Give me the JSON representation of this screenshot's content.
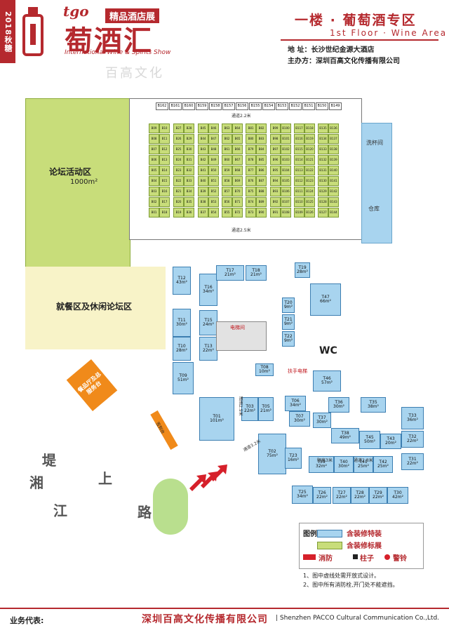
{
  "header": {
    "year": "2018秋糖",
    "logo_tgo": "tgo",
    "logo_sub": "精品酒店展",
    "logo_main": "萄酒汇",
    "logo_en": "International Wine & Spirits Show",
    "title": "一楼 · 葡萄酒专区",
    "title_en": "1st Floor · Wine Area",
    "address": "地  址：长沙世纪金源大酒店",
    "organizer": "主办方：深圳百高文化传播有限公司",
    "watermark": "百高文化"
  },
  "zones": {
    "forum": "论坛活动区",
    "forum_area": "1000m²",
    "dining": "就餐区及休闲论坛区",
    "wash": "洗杯间",
    "storage": "仓库",
    "wc": "WC",
    "elevator": "电梯间",
    "escalator": "扶手电梯",
    "reception": "签到台",
    "orange_note": "餐品厅及总服务台"
  },
  "corridors": {
    "top": "通道2.2米",
    "mid": "通道2.5米",
    "right_1": "通道2.3米",
    "bottom_1": "通道2.8米",
    "bottom_2": "限高3米",
    "bottom_3": "通道2.5米",
    "bottom_4": "通道3.2米"
  },
  "booths_top": [
    "B162",
    "B161",
    "B160",
    "B159",
    "B158",
    "B157",
    "B156",
    "B155",
    "B154",
    "B153",
    "B152",
    "B151",
    "B150",
    "B149"
  ],
  "booth_cols": [
    [
      "B09",
      "B08",
      "B07",
      "B06",
      "B05",
      "B04",
      "B03",
      "B02",
      "B01"
    ],
    [
      "B10",
      "B11",
      "B12",
      "B13",
      "B14",
      "B15",
      "B16",
      "B17",
      "B18"
    ],
    [
      "B27",
      "B26",
      "B25",
      "B24",
      "B23",
      "B22",
      "B21",
      "B20",
      "B19"
    ],
    [
      "B28",
      "B29",
      "B30",
      "B31",
      "B32",
      "B33",
      "B34",
      "B35",
      "B36"
    ],
    [
      "B45",
      "B44",
      "B43",
      "B42",
      "B41",
      "B40",
      "B39",
      "B38",
      "B37"
    ],
    [
      "B46",
      "B47",
      "B48",
      "B49",
      "B50",
      "B51",
      "B52",
      "B53",
      "B54"
    ],
    [
      "B63",
      "B62",
      "B61",
      "B60",
      "B59",
      "B58",
      "B57",
      "B56",
      "B55"
    ],
    [
      "B64",
      "B65",
      "B66",
      "B67",
      "B68",
      "B69",
      "B70",
      "B71",
      "B72"
    ],
    [
      "B81",
      "B80",
      "B79",
      "B78",
      "B77",
      "B76",
      "B75",
      "B74",
      "B73"
    ],
    [
      "B82",
      "B83",
      "B84",
      "B85",
      "B86",
      "B87",
      "B88",
      "B89",
      "B90"
    ],
    [
      "B99",
      "B98",
      "B97",
      "B96",
      "B95",
      "B94",
      "B93",
      "B92",
      "B91"
    ],
    [
      "B100",
      "B101",
      "B102",
      "B103",
      "B104",
      "B105",
      "B106",
      "B107",
      "B108"
    ],
    [
      "B117",
      "B116",
      "B115",
      "B114",
      "B113",
      "B112",
      "B111",
      "B110",
      "B109"
    ],
    [
      "B118",
      "B119",
      "B120",
      "B121",
      "B122",
      "B123",
      "B124",
      "B125",
      "B126"
    ],
    [
      "B135",
      "B134",
      "B133",
      "B132",
      "B131",
      "B130",
      "B129",
      "B128",
      "B127"
    ],
    [
      "B136",
      "B137",
      "B138",
      "B139",
      "B140",
      "B141",
      "B142",
      "B143",
      "B144"
    ]
  ],
  "special_booths": [
    {
      "id": "T12",
      "area": "43m²"
    },
    {
      "id": "T11",
      "area": "30m²"
    },
    {
      "id": "T10",
      "area": "28m²"
    },
    {
      "id": "T09",
      "area": "51m²"
    },
    {
      "id": "T16",
      "area": "34m²"
    },
    {
      "id": "T17",
      "area": "21m²"
    },
    {
      "id": "T18",
      "area": "21m²"
    },
    {
      "id": "T15",
      "area": "24m²"
    },
    {
      "id": "T13",
      "area": "22m²"
    },
    {
      "id": "T19",
      "area": "28m²"
    },
    {
      "id": "T47",
      "area": "66m²"
    },
    {
      "id": "T20",
      "area": "9m²"
    },
    {
      "id": "T21",
      "area": "9m²"
    },
    {
      "id": "T22",
      "area": "9m²"
    },
    {
      "id": "T08",
      "area": "10m²"
    },
    {
      "id": "T46",
      "area": "57m²"
    },
    {
      "id": "T01",
      "area": "101m²"
    },
    {
      "id": "T03",
      "area": "22m²"
    },
    {
      "id": "T05",
      "area": "21m²"
    },
    {
      "id": "T06",
      "area": "34m²"
    },
    {
      "id": "T07",
      "area": "30m²"
    },
    {
      "id": "T36",
      "area": "30m²"
    },
    {
      "id": "T35",
      "area": "38m²"
    },
    {
      "id": "T37",
      "area": "30m²"
    },
    {
      "id": "T33",
      "area": "36m²"
    },
    {
      "id": "T02",
      "area": "75m²"
    },
    {
      "id": "T23",
      "area": "16m²"
    },
    {
      "id": "T38",
      "area": "49m²"
    },
    {
      "id": "T45",
      "area": "50m²"
    },
    {
      "id": "T43",
      "area": "20m²"
    },
    {
      "id": "T32",
      "area": "22m²"
    },
    {
      "id": "T39",
      "area": "32m²"
    },
    {
      "id": "T40",
      "area": "30m²"
    },
    {
      "id": "T41",
      "area": "25m²"
    },
    {
      "id": "T42",
      "area": "25m²"
    },
    {
      "id": "T31",
      "area": "22m²"
    },
    {
      "id": "T25",
      "area": "34m²"
    },
    {
      "id": "T26",
      "area": "22m²"
    },
    {
      "id": "T27",
      "area": "22m²"
    },
    {
      "id": "T28",
      "area": "22m²"
    },
    {
      "id": "T29",
      "area": "22m²"
    },
    {
      "id": "T30",
      "area": "42m²"
    }
  ],
  "roads": [
    "湘",
    "江",
    "上",
    "路",
    "堤"
  ],
  "legend": {
    "title": "图例:",
    "blue": "含装修特装",
    "green": "含装修标展",
    "fire": "消防",
    "pillar": "柱子",
    "alarm": "警铃",
    "colors": {
      "blue": "#a8d4ef",
      "green": "#c8dd7a",
      "fire": "#d6202a"
    }
  },
  "notes": [
    "1、图中虚线处需开放式设计。",
    "2、图中所有消防栓,开门处不能遮挡。"
  ],
  "footer": {
    "rep": "业务代表:",
    "company": "深圳百高文化传播有限公司",
    "company_en": "| Shenzhen PACCO Cultural Communication Co.,Ltd."
  }
}
